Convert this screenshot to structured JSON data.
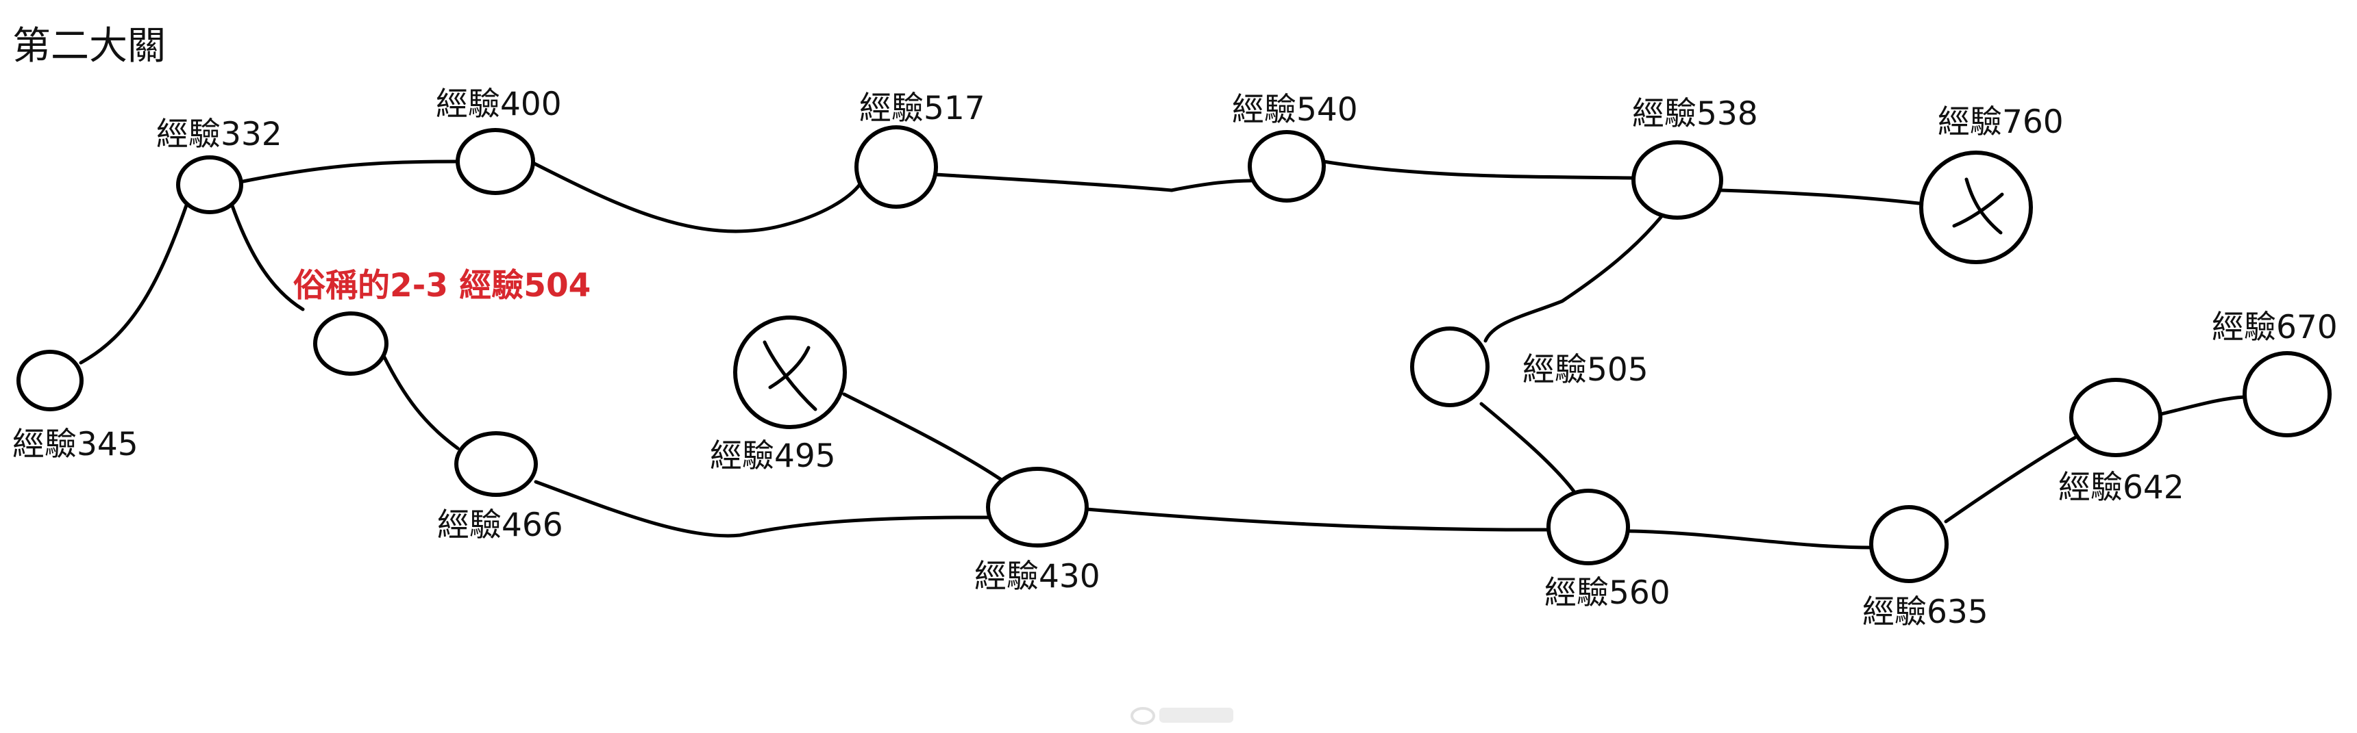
{
  "title": "第二大關",
  "colors": {
    "stroke": "#000000",
    "text": "#111111",
    "highlight": "#d8282e",
    "background": "#ffffff"
  },
  "nodes": [
    {
      "id": "n345",
      "label": "經驗345"
    },
    {
      "id": "n332",
      "label": "經驗332"
    },
    {
      "id": "n504",
      "label": "俗稱的2-3 經驗504",
      "highlight": true
    },
    {
      "id": "n466",
      "label": "經驗466"
    },
    {
      "id": "n400",
      "label": "經驗400"
    },
    {
      "id": "n517",
      "label": "經驗517"
    },
    {
      "id": "n495",
      "label": "經驗495",
      "marked": true,
      "mark_icon": "x-mark-icon"
    },
    {
      "id": "n430",
      "label": "經驗430"
    },
    {
      "id": "n540",
      "label": "經驗540"
    },
    {
      "id": "n538",
      "label": "經驗538"
    },
    {
      "id": "n505",
      "label": "經驗505"
    },
    {
      "id": "n560",
      "label": "經驗560"
    },
    {
      "id": "n760",
      "label": "經驗760",
      "marked": true,
      "mark_icon": "x-mark-icon"
    },
    {
      "id": "n635",
      "label": "經驗635"
    },
    {
      "id": "n642",
      "label": "經驗642"
    },
    {
      "id": "n670",
      "label": "經驗670"
    }
  ],
  "edges": [
    [
      "n345",
      "n332"
    ],
    [
      "n332",
      "n400"
    ],
    [
      "n332",
      "n504"
    ],
    [
      "n504",
      "n466"
    ],
    [
      "n400",
      "n517"
    ],
    [
      "n517",
      "n540"
    ],
    [
      "n540",
      "n538"
    ],
    [
      "n538",
      "n760"
    ],
    [
      "n538",
      "n505"
    ],
    [
      "n505",
      "n560"
    ],
    [
      "n466",
      "n430"
    ],
    [
      "n495",
      "n430"
    ],
    [
      "n430",
      "n560"
    ],
    [
      "n560",
      "n635"
    ],
    [
      "n635",
      "n642"
    ],
    [
      "n642",
      "n670"
    ]
  ]
}
